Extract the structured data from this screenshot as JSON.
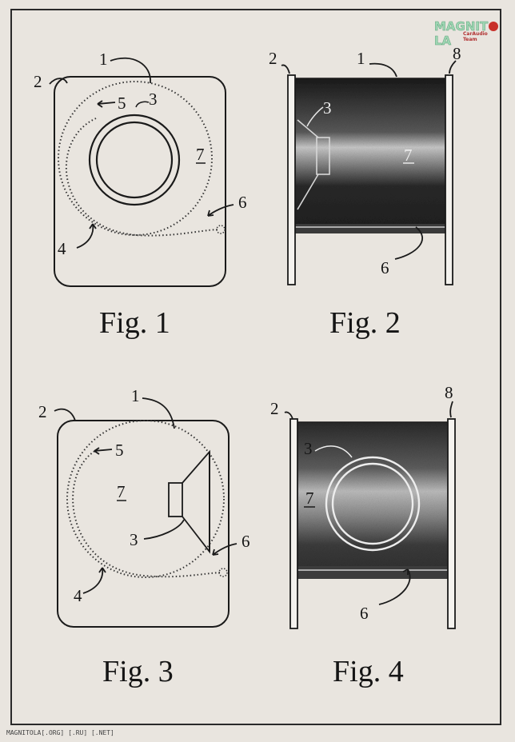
{
  "logo": {
    "text_left": "MAGNIT",
    "text_right": "LA",
    "subtitle": "CarAudio Team"
  },
  "figures": [
    {
      "caption": "Fig. 1",
      "labels": [
        "1",
        "2",
        "3",
        "4",
        "5",
        "6",
        "7"
      ]
    },
    {
      "caption": "Fig. 2",
      "labels": [
        "1",
        "2",
        "3",
        "6",
        "7",
        "8"
      ]
    },
    {
      "caption": "Fig. 3",
      "labels": [
        "1",
        "2",
        "3",
        "4",
        "5",
        "6",
        "7"
      ]
    },
    {
      "caption": "Fig. 4",
      "labels": [
        "2",
        "3",
        "6",
        "7",
        "8"
      ]
    }
  ],
  "footer": "MAGNITOLA[.ORG] [.RU] [.NET]"
}
